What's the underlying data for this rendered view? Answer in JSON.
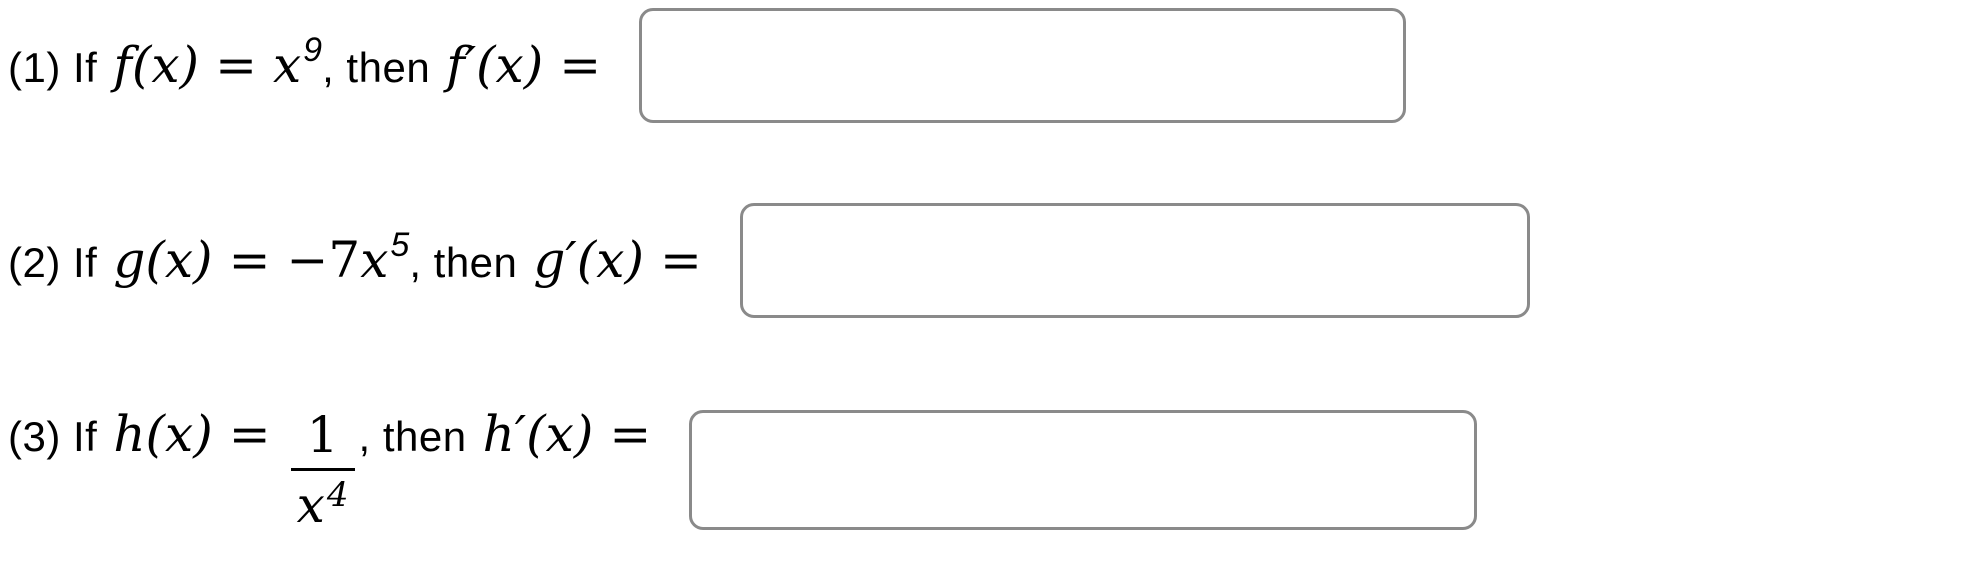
{
  "page": {
    "background": "#ffffff",
    "text_color": "#000000",
    "box_border_color": "#8a8a8a",
    "box_fill_color": "#ffffff"
  },
  "problems": [
    {
      "prefix": "(1) If",
      "lhs": "f(x)",
      "eq1": "=",
      "coeff": "",
      "base": "x",
      "sup": "9",
      "then": ", then",
      "deriv": "f′(x)",
      "eq2": "=",
      "answer": ""
    },
    {
      "prefix": "(2) If",
      "lhs": "g(x)",
      "eq1": "=",
      "coeff": "−7",
      "base": "x",
      "sup": "5",
      "then": ", then",
      "deriv": "g′(x)",
      "eq2": "=",
      "answer": ""
    },
    {
      "prefix": "(3) If",
      "lhs": "h(x)",
      "eq1": "=",
      "frac_num": "1",
      "frac_den_base": "x",
      "frac_den_sup": "4",
      "then": ", then",
      "deriv": "h′(x)",
      "eq2": "=",
      "answer": ""
    }
  ]
}
